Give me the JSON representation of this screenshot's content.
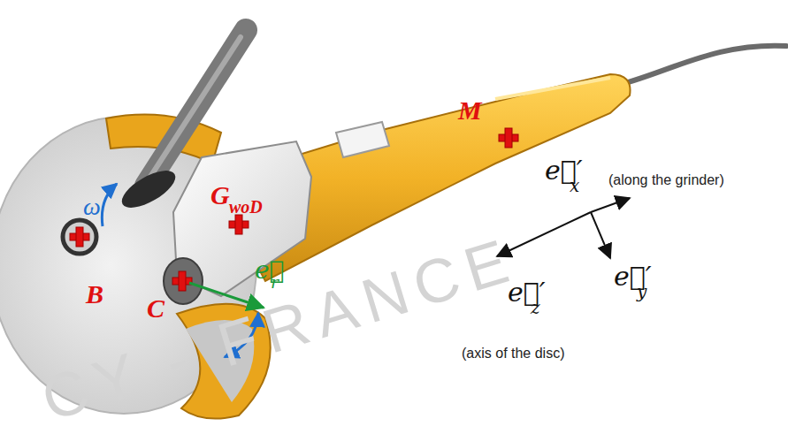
{
  "diagram": {
    "labels": [
      "ω",
      "B",
      "C",
      "G",
      "woD",
      "M",
      "e⃗",
      "r",
      "e⃗′",
      "x",
      "(along the grinder)",
      "e⃗′",
      "y",
      "e⃗′",
      "z",
      "(axis of the disc)",
      "CY - FRANCE"
    ]
  }
}
